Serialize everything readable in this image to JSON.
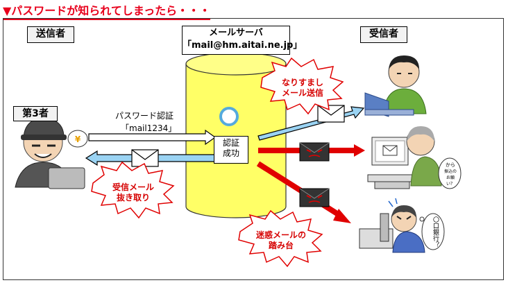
{
  "title": "▼パスワードが知られてしまったら・・・",
  "sender": {
    "label": "送信者"
  },
  "server": {
    "label_line1": "メールサーバ",
    "label_line2": "「mail@hm.aitai.ne.jp」"
  },
  "receiver": {
    "label": "受信者"
  },
  "third_party": {
    "label": "第3者"
  },
  "auth": {
    "line1": "パスワード認証",
    "line2": "「mail1234」"
  },
  "auth_success": {
    "line1": "認証",
    "line2": "成功"
  },
  "bursts": {
    "impersonation": {
      "line1": "なりすまし",
      "line2": "メール送信"
    },
    "stolen": {
      "line1": "受信メール",
      "line2": "抜き取り"
    },
    "spam": {
      "line1": "迷惑メールの",
      "line2": "踏み台"
    }
  },
  "speech": {
    "receiver2": [
      "から",
      "振込のお願い？"
    ],
    "receiver3": [
      "〇口銀行？"
    ]
  },
  "icons": {
    "yen": "¥"
  },
  "colors": {
    "title": "#e8001c",
    "cylinder": "#ffff66",
    "red_arrow": "#e00000",
    "blue_arrow": "#9ad3f3"
  }
}
